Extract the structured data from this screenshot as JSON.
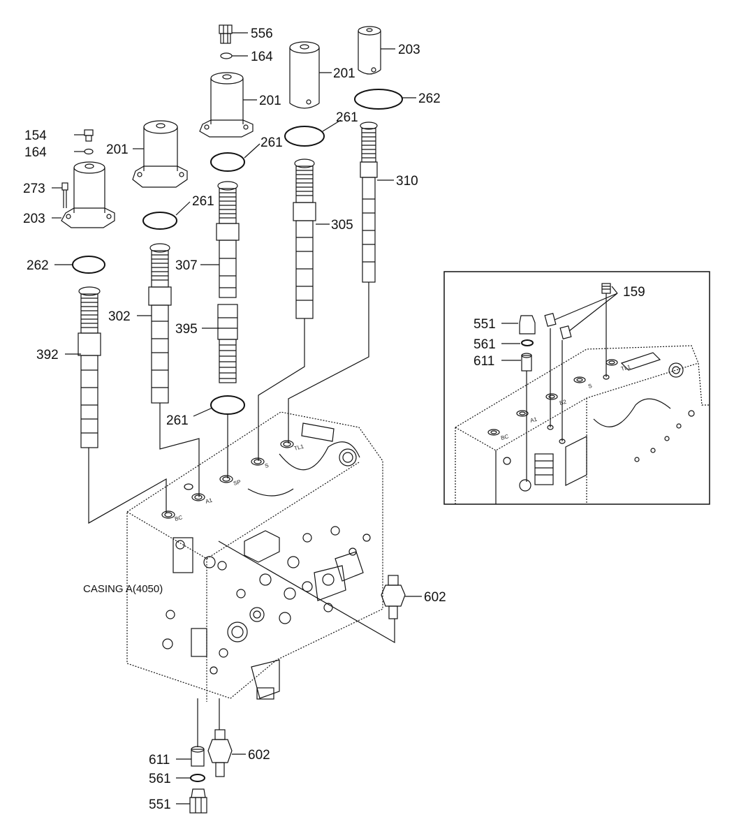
{
  "casing_label": "CASING A(4050)",
  "parts": {
    "p556": "556",
    "p164a": "164",
    "p201a": "201",
    "p201b": "201",
    "p203a": "203",
    "p262a": "262",
    "p261a": "261",
    "p261b": "261",
    "p310": "310",
    "p154": "154",
    "p164b": "164",
    "p201c": "201",
    "p273": "273",
    "p203b": "203",
    "p261c": "261",
    "p305": "305",
    "p262b": "262",
    "p307": "307",
    "p302": "302",
    "p395": "395",
    "p392": "392",
    "p261d": "261",
    "p602a": "602",
    "p611a": "611",
    "p602b": "602",
    "p561a": "561",
    "p551a": "551"
  },
  "ports": [
    "BC",
    "A1",
    "SP",
    "S",
    "TL1"
  ],
  "inset": {
    "p159": "159",
    "p551": "551",
    "p561": "561",
    "p611": "611",
    "ports": [
      "BC",
      "A1",
      "B2",
      "S",
      "TL1"
    ]
  }
}
